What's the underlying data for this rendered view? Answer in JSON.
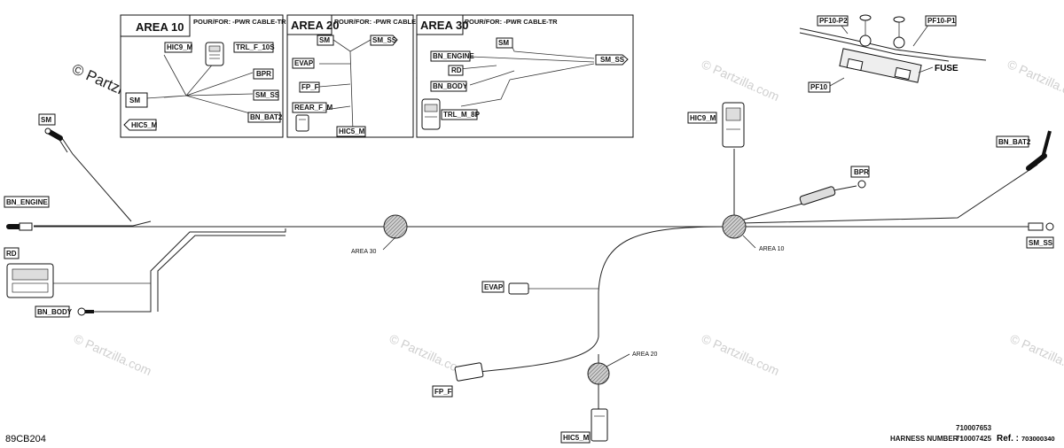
{
  "watermark_main": "© Partzilla.com",
  "watermark_repeat": "© Partzilla.com",
  "area_boxes": [
    {
      "title": "AREA 10",
      "note": "POUR/FOR: -PWR CABLE-TR",
      "labels": [
        "HIC9_M",
        "TRL_F_10S",
        "BPR",
        "SM_SS",
        "BN_BAT2",
        "HIC5_M",
        "SM"
      ]
    },
    {
      "title": "AREA 20",
      "note": "POUR/FOR: -PWR CABLE-TR",
      "labels": [
        "SM",
        "SM_SS",
        "EVAP",
        "FP_F",
        "REAR_F_M",
        "HIC5_M"
      ]
    },
    {
      "title": "AREA 30",
      "note": "POUR/FOR: -PWR CABLE-TR",
      "labels": [
        "SM",
        "BN_ENGINE",
        "SM_SS",
        "RD",
        "BN_BODY",
        "TRL_M_8P"
      ]
    }
  ],
  "connectors": {
    "sm": "SM",
    "bn_engine": "BN_ENGINE",
    "rd": "RD",
    "bn_body": "BN_BODY",
    "hic9_m": "HIC9_M",
    "bpr": "BPR",
    "bn_bat2": "BN_BAT2",
    "sm_ss": "SM_SS",
    "evap": "EVAP",
    "fp_f": "FP_F",
    "hic5_m": "HIC5_M"
  },
  "junctions": {
    "area30": "AREA 30",
    "area10": "AREA 10",
    "area20": "AREA 20"
  },
  "fuse_detail": {
    "pf10_p2": "PF10-P2",
    "pf10_p1": "PF10-P1",
    "fuse": "FUSE",
    "pf10": "PF10"
  },
  "footer": {
    "code": "89CB204",
    "harness_label": "HARNESS NUMBER :",
    "harness_1": "710007653",
    "harness_2": "710007425",
    "ref_label": "Ref. :",
    "ref_value": "703000340"
  }
}
